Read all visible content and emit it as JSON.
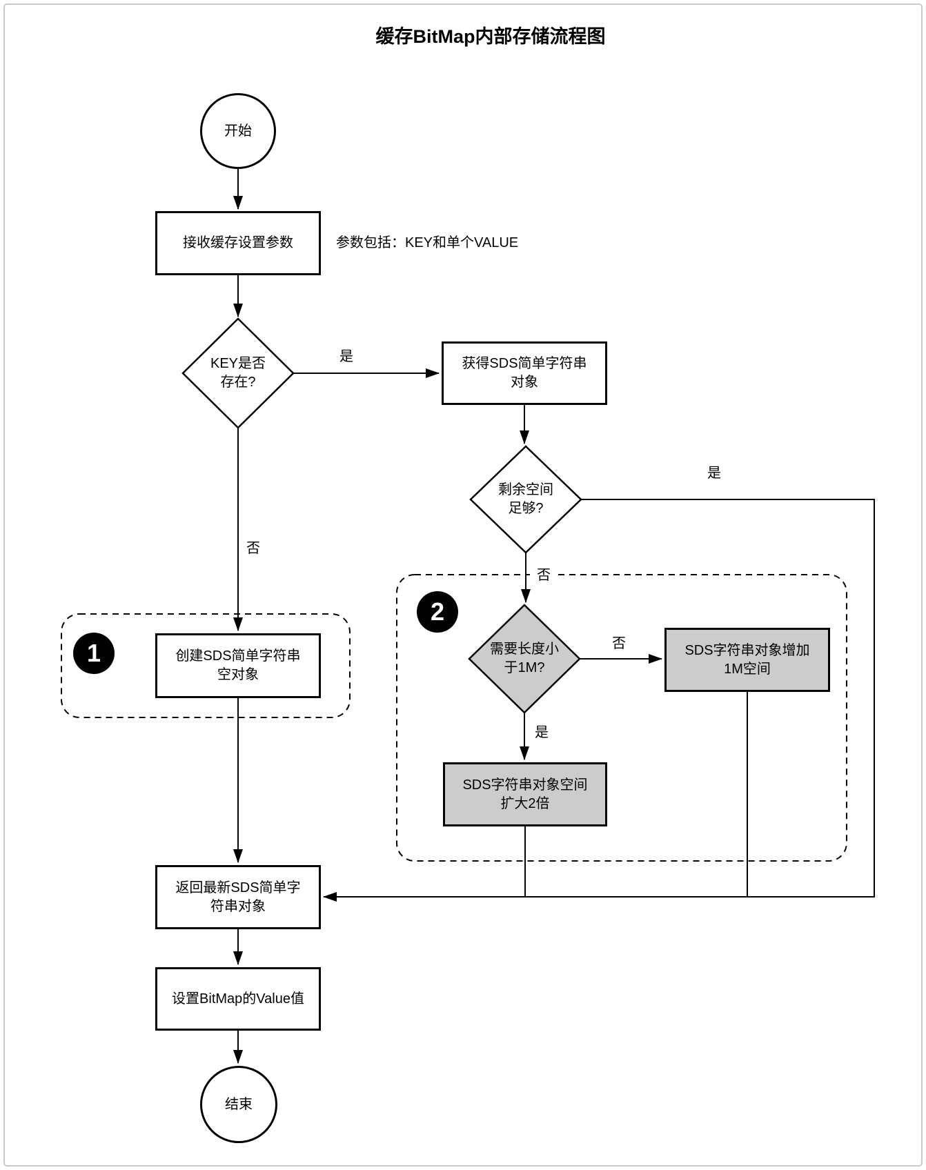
{
  "page": {
    "title": "缓存BitMap内部存储流程图"
  },
  "colors": {
    "line": "#000000",
    "box_fill": "#ffffff",
    "gray_fill": "#cccccc",
    "badge_bg": "#000000",
    "badge_fg": "#ffffff",
    "page_border": "#c9c9c9"
  },
  "nodes": {
    "start": {
      "label": "开始"
    },
    "receive": {
      "label": "接收缓存设置参数"
    },
    "note": {
      "label": "参数包括：KEY和单个VALUE"
    },
    "key_exists": {
      "label": "KEY是否\n存在?"
    },
    "get_sds": {
      "label": "获得SDS简单字符串\n对象"
    },
    "space_enough": {
      "label": "剩余空间\n足够?"
    },
    "need_lt_1m": {
      "label": "需要长度小\n于1M?"
    },
    "add_1m": {
      "label": "SDS字符串对象增加\n1M空间"
    },
    "expand_2x": {
      "label": "SDS字符串对象空间\n扩大2倍"
    },
    "create_sds": {
      "label": "创建SDS简单字符串\n空对象"
    },
    "return_sds": {
      "label": "返回最新SDS简单字\n符串对象"
    },
    "set_value": {
      "label": "设置BitMap的Value值"
    },
    "end": {
      "label": "结束"
    }
  },
  "edge_labels": {
    "yes": "是",
    "no": "否"
  },
  "badges": {
    "one": "1",
    "two": "2"
  }
}
